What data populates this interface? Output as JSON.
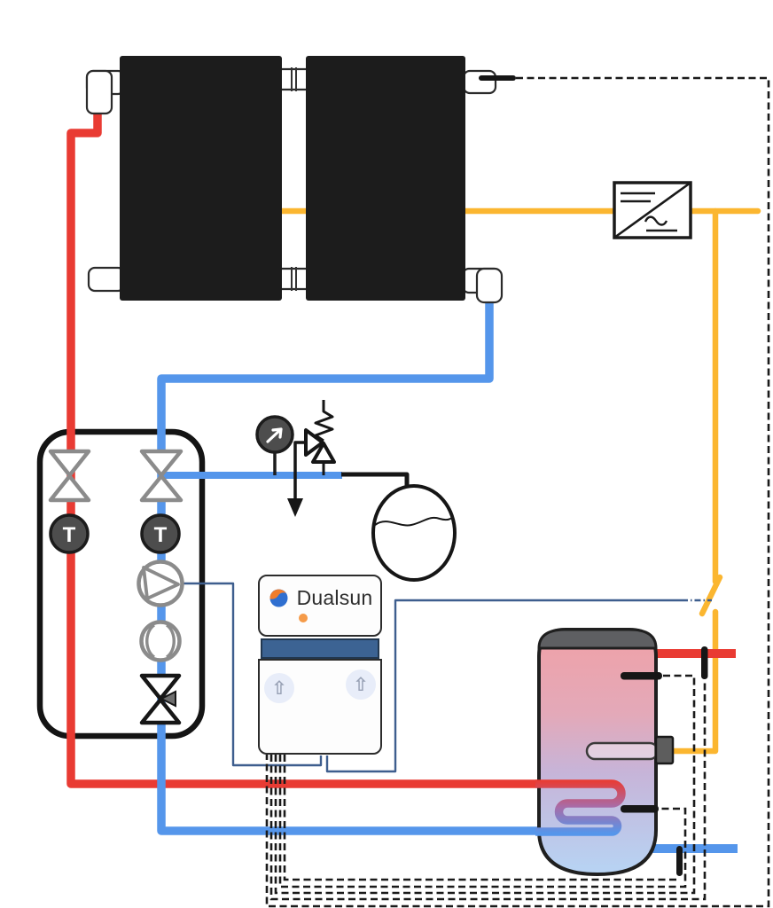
{
  "controller": {
    "brand": "Dualsun",
    "status_dot_color": "#F59B49",
    "band_color": "#3C6393",
    "buttons": [
      {
        "icon": "arrow-up-icon",
        "glyph": "⇧"
      },
      {
        "icon": "arrow-up-icon",
        "glyph": "⇧"
      }
    ]
  },
  "pump_station": {
    "sensors": [
      {
        "label": "T"
      },
      {
        "label": "T"
      }
    ]
  },
  "legend_colors": {
    "hot_water_pipe": "#E93B33",
    "cold_water_pipe": "#5596EB",
    "electrical_wire": "#FBB630",
    "controller_wire": "#3E5E8E",
    "sensor_cable": "#1A1A1A",
    "solar_panel": "#1C1C1C",
    "symbol_gray": "#8B8B8B",
    "sensor_body": "#4D4D4D",
    "tank_cap": "#5E5F62",
    "tank_gradient_top": "#F0A1A7",
    "tank_gradient_middle": "#C7B4D8",
    "tank_gradient_bottom": "#B7D4F4",
    "logo_orange": "#F07D2C",
    "logo_blue": "#2F6FD0"
  }
}
